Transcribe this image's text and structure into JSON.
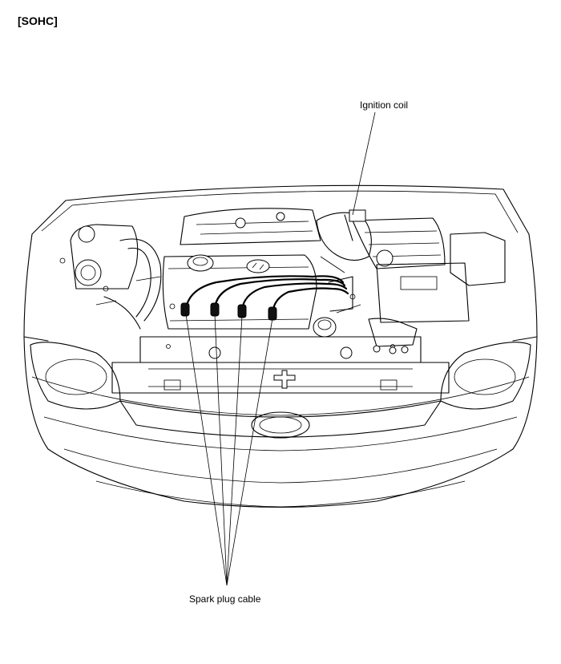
{
  "header": {
    "label": "[SOHC]"
  },
  "callouts": {
    "ignition_coil": "Ignition coil",
    "spark_plug_cable": "Spark plug cable"
  }
}
